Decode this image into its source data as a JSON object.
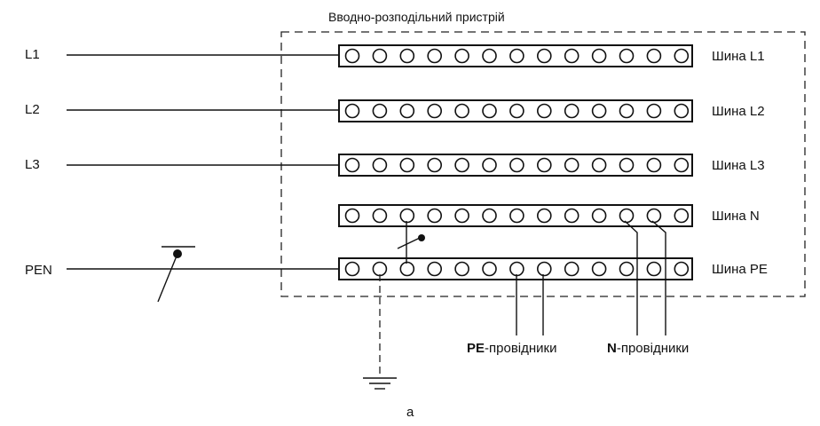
{
  "device_title": "Вводно-розподільний пристрій",
  "incoming": [
    "L1",
    "L2",
    "L3",
    "PEN"
  ],
  "buses": [
    "Шина L1",
    "Шина L2",
    "Шина L3",
    "Шина N",
    "Шина PE"
  ],
  "terminals_per_bus": 13,
  "conductor_labels": {
    "pe_bold": "PE",
    "pe_rest": "-провідники",
    "n_bold": "N",
    "n_rest": "-провідники"
  },
  "caption": "а"
}
